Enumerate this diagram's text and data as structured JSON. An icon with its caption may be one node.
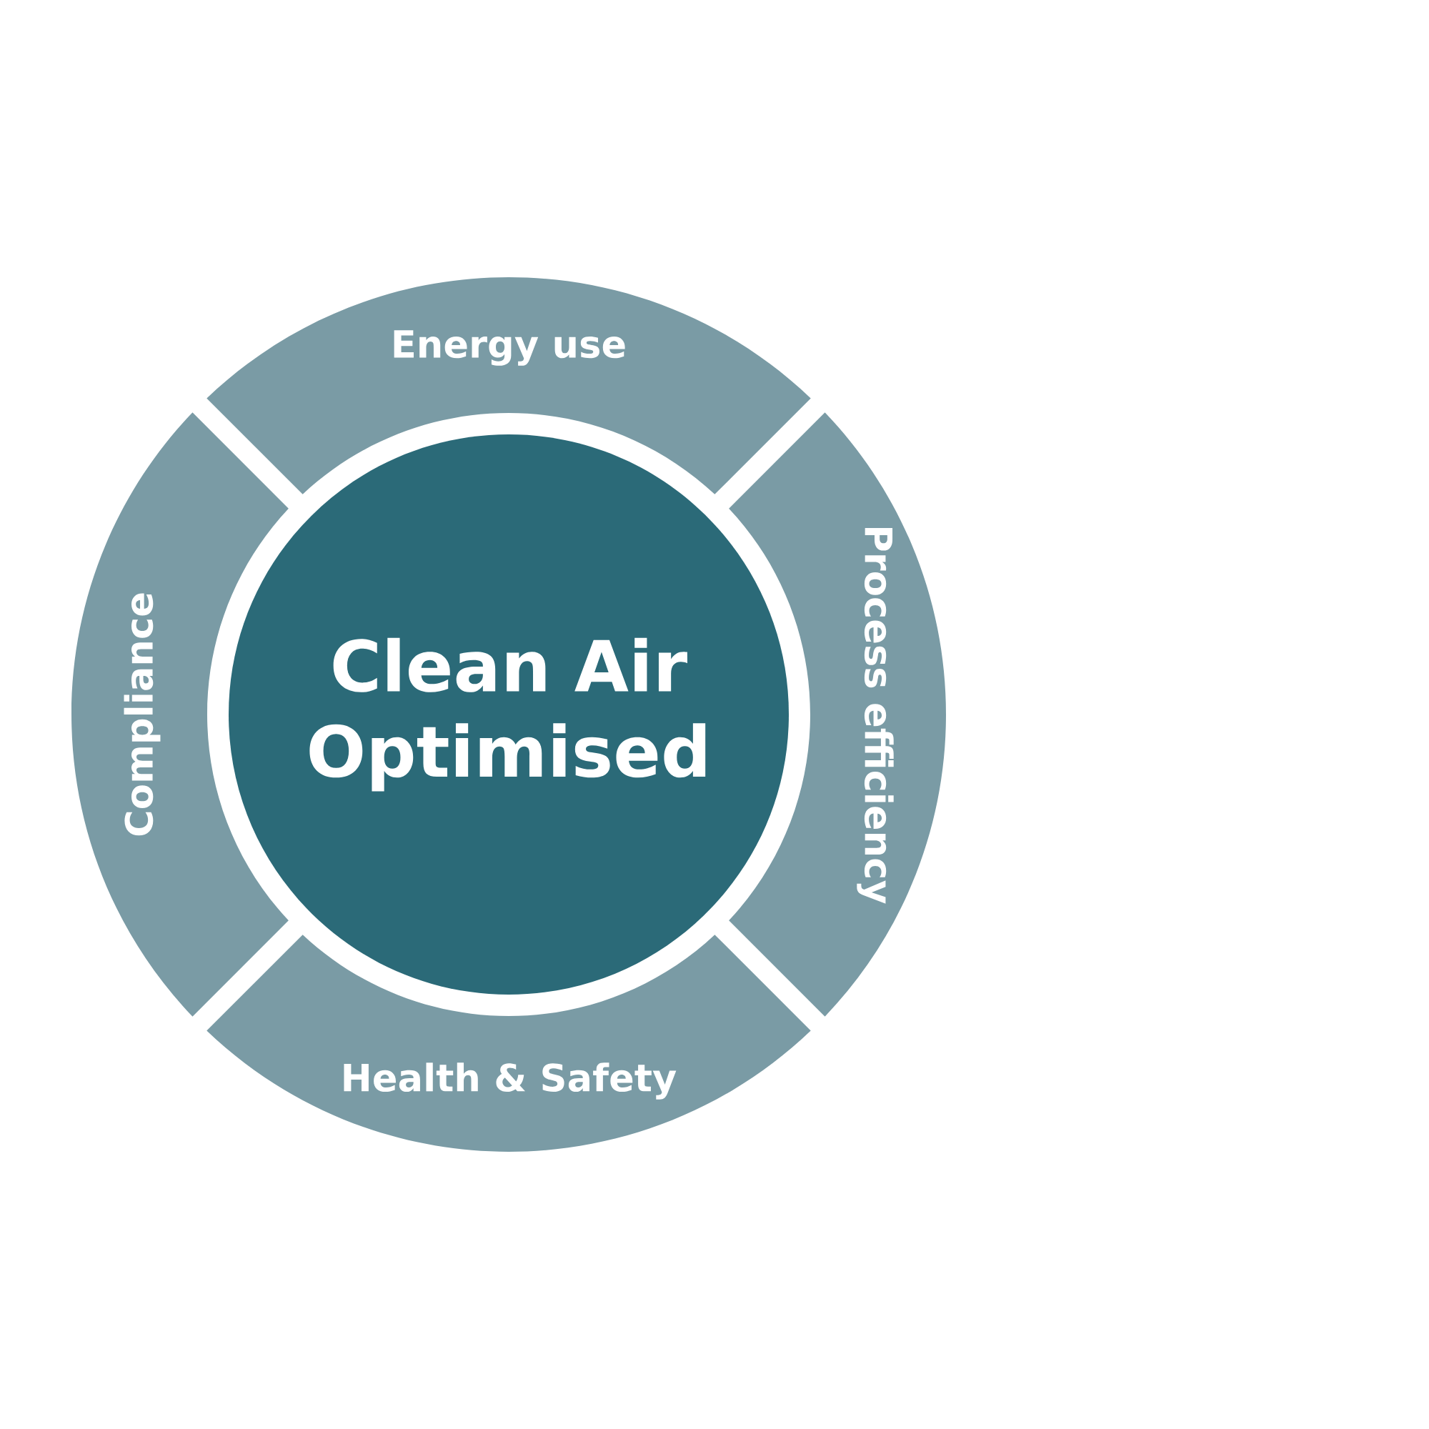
{
  "diagram": {
    "nodes": [
      {
        "text": [
          "Clean Air Optimised"
        ]
      },
      {
        "text": [
          "Energy use"
        ]
      },
      {
        "text": [
          "Process efficiency"
        ]
      },
      {
        "text": [
          "Health & Safety"
        ]
      },
      {
        "text": [
          "Compliance"
        ]
      }
    ]
  }
}
